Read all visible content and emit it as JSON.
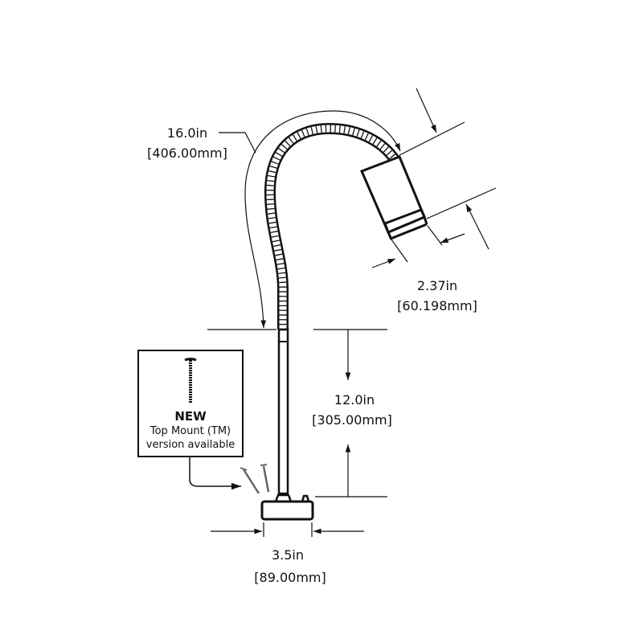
{
  "dimensions": {
    "gooseneck_length": {
      "imperial": "16.0in",
      "metric": "[406.00mm]"
    },
    "head_diameter": {
      "imperial": "2.37in",
      "metric": "[60.198mm]"
    },
    "rod_height": {
      "imperial": "12.0in",
      "metric": "[305.00mm]"
    },
    "base_width": {
      "imperial": "3.5in",
      "metric": "[89.00mm]"
    }
  },
  "callout": {
    "title": "NEW",
    "line1": "Top Mount (TM)",
    "line2": "version available"
  },
  "colors": {
    "ink": "#111111",
    "background": "#ffffff"
  }
}
